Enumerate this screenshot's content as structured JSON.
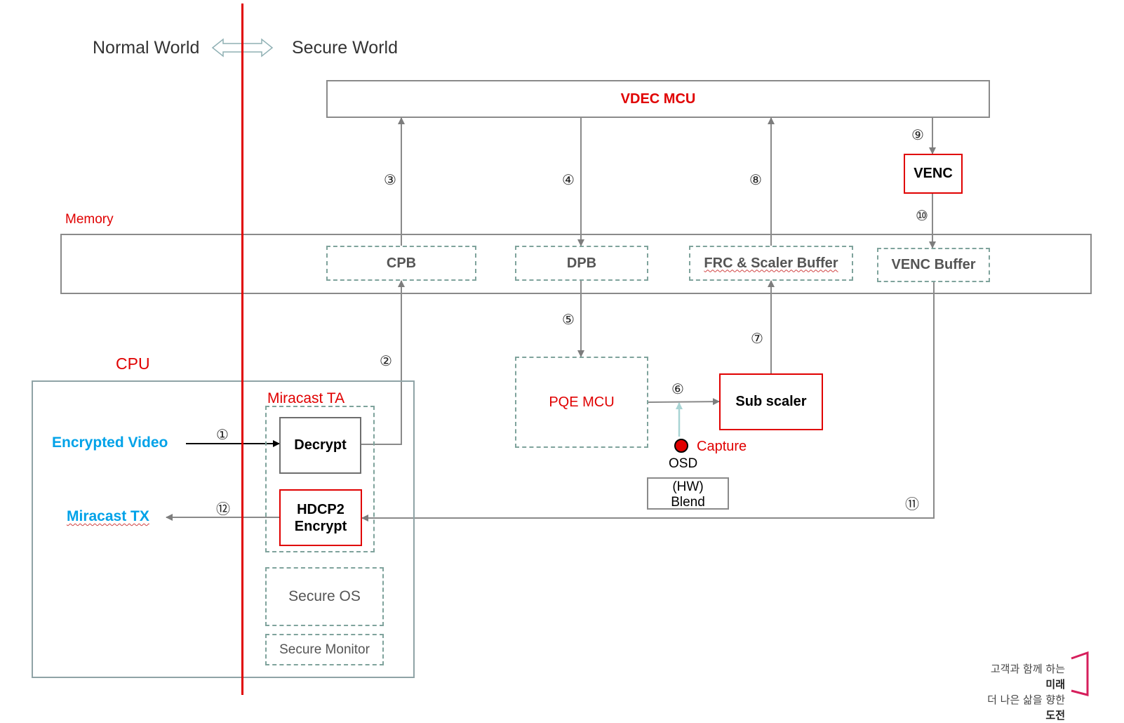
{
  "header": {
    "normal_world": "Normal World",
    "secure_world": "Secure World"
  },
  "vdec": {
    "label": "VDEC MCU"
  },
  "venc": {
    "label": "VENC"
  },
  "memory": {
    "label": "Memory",
    "cpb": "CPB",
    "dpb": "DPB",
    "frc": "FRC & Scaler Buffer",
    "venc_buffer": "VENC Buffer"
  },
  "pqe": {
    "label": "PQE MCU"
  },
  "sub_scaler": {
    "label": "Sub scaler"
  },
  "capture": {
    "label": "Capture"
  },
  "osd": {
    "label": "OSD",
    "hw_line1": "(HW)",
    "hw_line2": "Blend"
  },
  "cpu": {
    "label": "CPU",
    "miracast_ta": "Miracast TA",
    "encrypted_video": "Encrypted Video",
    "miracast_tx": "Miracast TX",
    "decrypt": "Decrypt",
    "hdcp_line1": "HDCP2",
    "hdcp_line2": "Encrypt",
    "secure_os": "Secure OS",
    "secure_monitor": "Secure Monitor"
  },
  "steps": [
    "①",
    "②",
    "③",
    "④",
    "⑤",
    "⑥",
    "⑦",
    "⑧",
    "⑨",
    "⑩",
    "⑪",
    "⑫"
  ],
  "branding": {
    "line1_regular": "고객과 함께 하는",
    "line1_bold": "미래",
    "line2_regular": "더 나은 삶을 향한",
    "line2_bold": "도전"
  },
  "colors": {
    "secure_boundary": "#e00000",
    "accent_red": "#e00000",
    "accent_blue": "#00a2e8",
    "dashed_border": "#7fa39c",
    "arrow_gray": "#8a8a8a",
    "osd_arrow": "#a8d4d4",
    "brand_magenta": "#d61f5c"
  }
}
